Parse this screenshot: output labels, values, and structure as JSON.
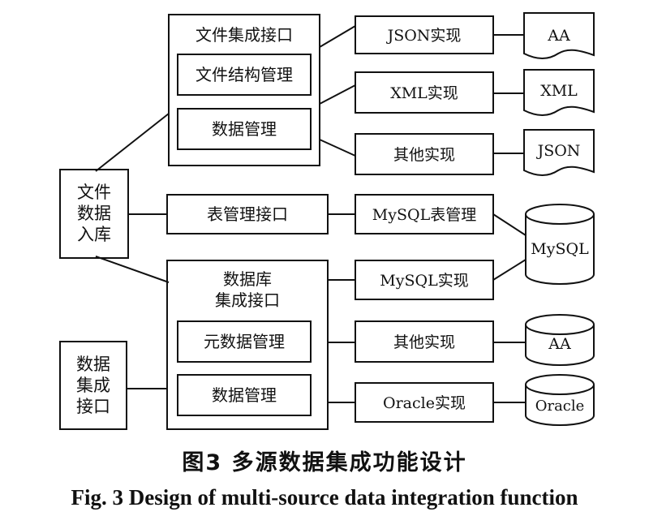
{
  "nodes": {
    "file_ingest": [
      "文件",
      "数据",
      "入库"
    ],
    "data_integration_interface": [
      "数据",
      "集成",
      "接口"
    ],
    "file_integration_interface": "文件集成接口",
    "file_structure_mgmt": "文件结构管理",
    "file_data_mgmt": "数据管理",
    "table_mgmt_interface": "表管理接口",
    "db_integration_interface": [
      "数据库",
      "集成接口"
    ],
    "metadata_mgmt": "元数据管理",
    "db_data_mgmt": "数据管理",
    "json_impl": "JSON实现",
    "xml_impl": "XML实现",
    "file_other_impl": "其他实现",
    "mysql_table_mgmt": "MySQL表管理",
    "mysql_impl": "MySQL实现",
    "db_other_impl": "其他实现",
    "oracle_impl": "Oracle实现",
    "doc_aa": "AA",
    "doc_xml": "XML",
    "doc_json": "JSON",
    "db_mysql": "MySQL",
    "db_aa": "AA",
    "db_oracle": "Oracle"
  },
  "caption": {
    "cn": "图3  多源数据集成功能设计",
    "en": "Fig. 3  Design of multi-source data integration function"
  }
}
